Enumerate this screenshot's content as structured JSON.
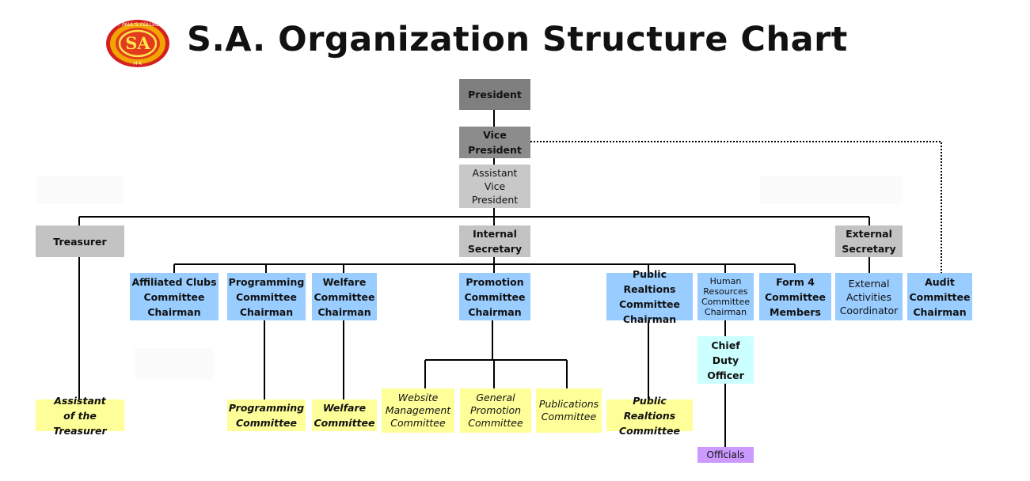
{
  "header": {
    "title": "S.A. Organization Structure Chart",
    "logo": {
      "monogram": "SA",
      "ring_text_top": "ST. PAUL'S COLLEGE",
      "ring_text_bottom": "H K",
      "colors": {
        "outer": "#d42020",
        "ring": "#f2a400",
        "inner": "#e23a1d",
        "text": "#ffe34d"
      }
    }
  },
  "nodes": {
    "president": "President",
    "vice_president": [
      "Vice",
      "President"
    ],
    "assistant_vice_president": [
      "Assistant",
      "Vice",
      "President"
    ],
    "treasurer": "Treasurer",
    "internal_secretary": [
      "Internal",
      "Secretary"
    ],
    "external_secretary": [
      "External",
      "Secretary"
    ],
    "affiliated_clubs": [
      "Affiliated Clubs",
      "Committee",
      "Chairman"
    ],
    "programming_chair": [
      "Programming",
      "Committee",
      "Chairman"
    ],
    "welfare_chair": [
      "Welfare",
      "Committee",
      "Chairman"
    ],
    "promotion_chair": [
      "Promotion",
      "Committee",
      "Chairman"
    ],
    "public_relations_chair": [
      "Public Realtions",
      "Committee",
      "Chairman"
    ],
    "human_resources_chair": [
      "Human",
      "Resources",
      "Committee",
      "Chairman"
    ],
    "form4_members": [
      "Form 4",
      "Committee",
      "Members"
    ],
    "external_activities": [
      "External",
      "Activities",
      "Coordinator"
    ],
    "audit_chair": [
      "Audit",
      "Committee",
      "Chairman"
    ],
    "chief_duty_officer": [
      "Chief",
      "Duty",
      "Officer"
    ],
    "officials": "Officials",
    "assistant_treasurer": [
      "Assistant",
      "of the Treasurer"
    ],
    "programming_committee": [
      "Programming",
      "Committee"
    ],
    "welfare_committee": [
      "Welfare",
      "Committee"
    ],
    "website_committee": [
      "Website",
      "Management",
      "Committee"
    ],
    "general_promotion_committee": [
      "General",
      "Promotion",
      "Committee"
    ],
    "publications_committee": [
      "Publications",
      "Committee"
    ],
    "public_relations_committee": [
      "Public Realtions",
      "Committee"
    ]
  },
  "colors": {
    "top_exec": "#7f7f7f",
    "officer_grey": "#c3c3c3",
    "chairman_blue": "#99ccff",
    "duty_cyan": "#ccffff",
    "committee_yellow": "#ffff99",
    "officials_purple": "#cc99ff",
    "line": "#000000"
  }
}
